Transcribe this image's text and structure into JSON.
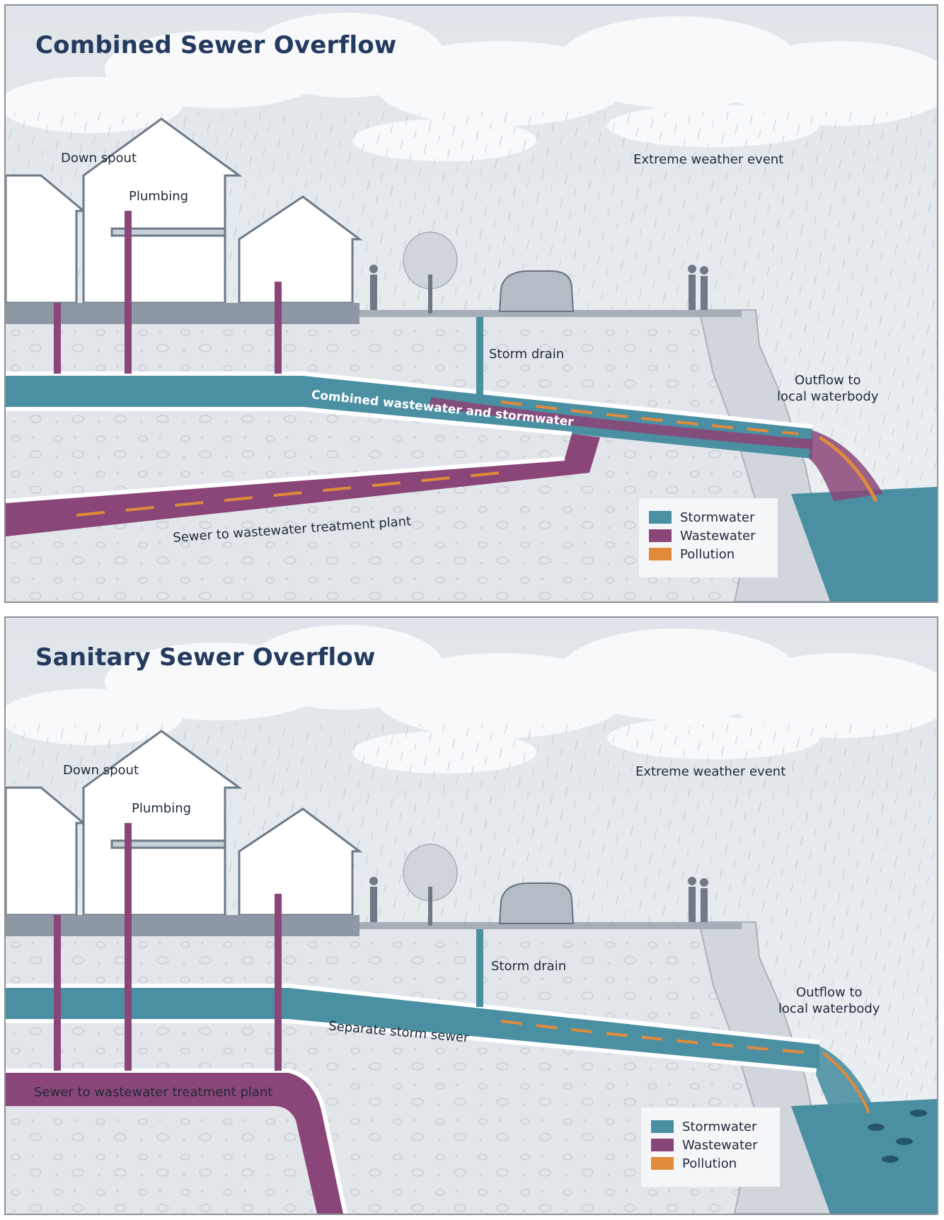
{
  "colors": {
    "stormwater": "#4b8fa3",
    "wastewater": "#8a4678",
    "pollution": "#e08a3a",
    "title": "#243a5e"
  },
  "panels": {
    "combined": {
      "title": "Combined Sewer Overflow",
      "labels": {
        "down_spout": "Down spout",
        "plumbing": "Plumbing",
        "extreme_weather": "Extreme weather event",
        "storm_drain": "Storm drain",
        "outflow_line1": "Outflow to",
        "outflow_line2": "local waterbody",
        "pipe": "Combined wastewater and stormwater",
        "sewer_plant": "Sewer to wastewater treatment plant"
      },
      "legend": [
        "Stormwater",
        "Wastewater",
        "Pollution"
      ]
    },
    "sanitary": {
      "title": "Sanitary Sewer Overflow",
      "labels": {
        "down_spout": "Down spout",
        "plumbing": "Plumbing",
        "extreme_weather": "Extreme weather event",
        "storm_drain": "Storm drain",
        "outflow_line1": "Outflow to",
        "outflow_line2": "local waterbody",
        "storm_sewer": "Separate storm sewer",
        "sewer_plant": "Sewer to wastewater treatment plant"
      },
      "legend": [
        "Stormwater",
        "Wastewater",
        "Pollution"
      ]
    }
  }
}
